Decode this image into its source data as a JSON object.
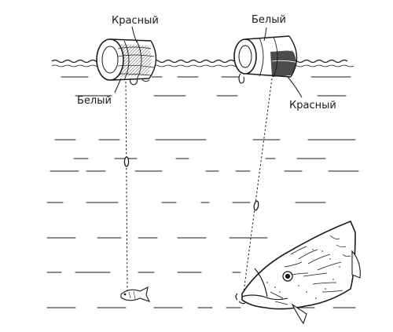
{
  "labels": {
    "left_top": "Красный",
    "left_bottom": "Белый",
    "right_top": "Белый",
    "right_bottom": "Красный"
  },
  "colors": {
    "ink": "#1a1a1a",
    "background": "#ffffff"
  }
}
